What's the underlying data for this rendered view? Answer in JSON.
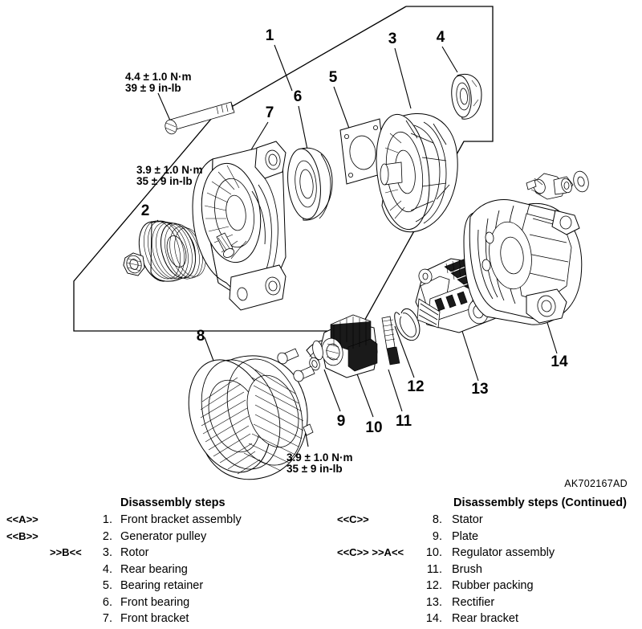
{
  "figure": {
    "drawing_code": "AK702167AD",
    "torque_callouts": [
      {
        "id": "bolt-upper",
        "line1": "4.4 ± 1.0 N·m",
        "line2": "39 ± 9 in-lb"
      },
      {
        "id": "bolt-mid",
        "line1": "3.9 ± 1.0 N·m",
        "line2": "35 ± 9 in-lb"
      },
      {
        "id": "bolt-lower",
        "line1": "3.9 ± 1.0 N·m",
        "line2": "35 ± 9 in-lb"
      }
    ],
    "part_callouts": [
      {
        "number": "1",
        "name": "front-bracket-assembly"
      },
      {
        "number": "2",
        "name": "generator-pulley"
      },
      {
        "number": "3",
        "name": "rotor"
      },
      {
        "number": "4",
        "name": "rear-bearing"
      },
      {
        "number": "5",
        "name": "bearing-retainer"
      },
      {
        "number": "6",
        "name": "front-bearing"
      },
      {
        "number": "7",
        "name": "front-bracket"
      },
      {
        "number": "8",
        "name": "stator"
      },
      {
        "number": "9",
        "name": "plate"
      },
      {
        "number": "10",
        "name": "regulator-assembly"
      },
      {
        "number": "11",
        "name": "brush"
      },
      {
        "number": "12",
        "name": "rubber-packing"
      },
      {
        "number": "13",
        "name": "rectifier"
      },
      {
        "number": "14",
        "name": "rear-bracket"
      }
    ]
  },
  "legend": {
    "left": {
      "heading": "Disassembly steps",
      "rows": [
        {
          "markers": "<<A>>",
          "num": "1.",
          "name": "Front bracket assembly"
        },
        {
          "markers": "<<B>>",
          "num": "2.",
          "name": "Generator pulley"
        },
        {
          "markers": ">>B<<",
          "num": "3.",
          "name": "Rotor"
        },
        {
          "markers": "",
          "num": "4.",
          "name": "Rear bearing"
        },
        {
          "markers": "",
          "num": "5.",
          "name": "Bearing retainer"
        },
        {
          "markers": "",
          "num": "6.",
          "name": "Front bearing"
        },
        {
          "markers": "",
          "num": "7.",
          "name": "Front bracket"
        }
      ]
    },
    "right": {
      "heading": "Disassembly steps (Continued)",
      "rows": [
        {
          "markers": "<<C>>",
          "num": "8.",
          "name": "Stator"
        },
        {
          "markers": "",
          "num": "9.",
          "name": "Plate"
        },
        {
          "markers": "<<C>>  >>A<<",
          "num": "10.",
          "name": "Regulator assembly"
        },
        {
          "markers": "",
          "num": "11.",
          "name": "Brush"
        },
        {
          "markers": "",
          "num": "12.",
          "name": "Rubber packing"
        },
        {
          "markers": "",
          "num": "13.",
          "name": "Rectifier"
        },
        {
          "markers": "",
          "num": "14.",
          "name": "Rear bracket"
        }
      ]
    }
  }
}
